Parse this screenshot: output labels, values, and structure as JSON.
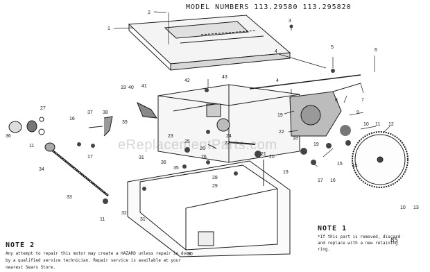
{
  "header": {
    "model_label": "MODEL NUMBERS 113.29580 113.295820"
  },
  "callouts": [
    "1",
    "2",
    "3",
    "4",
    "4",
    "5",
    "6",
    "7",
    "8",
    "9",
    "10",
    "10",
    "11",
    "11",
    "11",
    "12",
    "13",
    "14",
    "15",
    "16",
    "16",
    "17",
    "17",
    "18",
    "19",
    "19",
    "19",
    "19",
    "20",
    "21",
    "22",
    "22",
    "23",
    "24",
    "25",
    "26",
    "26",
    "27",
    "28",
    "29",
    "30",
    "31",
    "31",
    "32",
    "33",
    "34",
    "35",
    "36",
    "36",
    "37",
    "38",
    "39",
    "40",
    "41",
    "42",
    "43"
  ],
  "note1": {
    "title": "NOTE 1",
    "text": "*If this part is removed, discard and replace with a new retaining ring."
  },
  "note2": {
    "title": "NOTE 2",
    "text": "Any attempt to repair this motor may create a HAZARD unless repair is done by a qualified service technician. Repair service is available at your nearest Sears Store."
  },
  "page_number": "85",
  "watermark": "eReplacementParts.com"
}
